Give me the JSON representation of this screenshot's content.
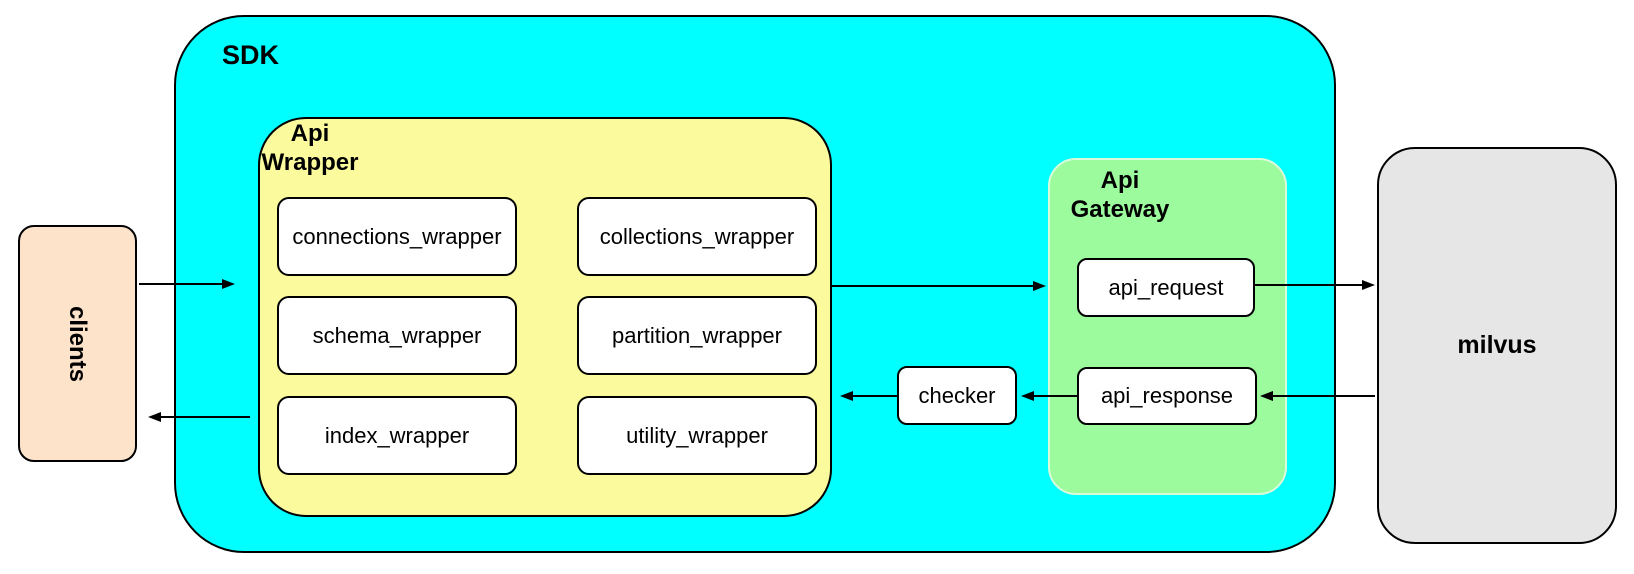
{
  "colors": {
    "sdk_fill": "#00FFFF",
    "wrapper_fill": "#FBFB9E",
    "gateway_fill": "#9CFB9C",
    "gateway_stroke": "#D9FBD9",
    "clients_fill": "#FCE3C9",
    "milvus_fill": "#E6E6E6",
    "node_fill": "#FFFFFF",
    "stroke": "#000000"
  },
  "nodes": {
    "sdk": {
      "label": "SDK"
    },
    "clients": {
      "label": "clients"
    },
    "api_wrapper": {
      "label_line1": "Api",
      "label_line2": "Wrapper",
      "children": [
        "connections_wrapper",
        "collections_wrapper",
        "schema_wrapper",
        "partition_wrapper",
        "index_wrapper",
        "utility_wrapper"
      ]
    },
    "checker": {
      "label": "checker"
    },
    "api_gateway": {
      "label_line1": "Api",
      "label_line2": "Gateway",
      "children": [
        "api_request",
        "api_response"
      ]
    },
    "milvus": {
      "label": "milvus"
    }
  }
}
